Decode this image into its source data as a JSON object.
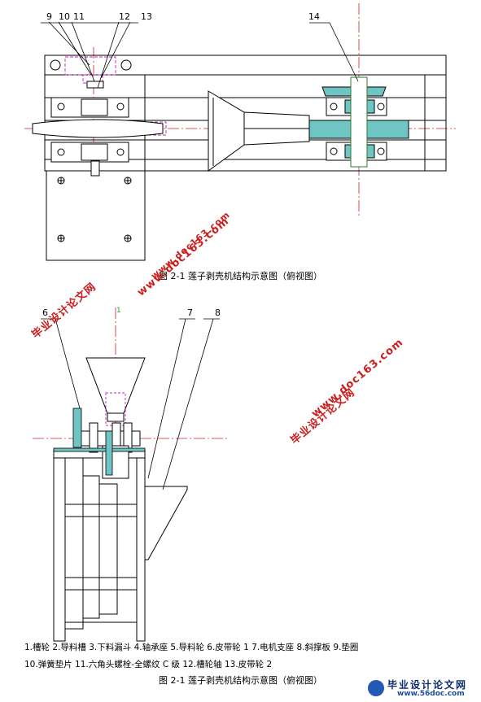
{
  "top_view": {
    "part_numbers": [
      "9",
      "10",
      "11",
      "12",
      "13",
      "14"
    ],
    "caption": "图 2-1  莲子剥壳机结构示意图（俯视图）"
  },
  "side_view": {
    "part_numbers": [
      "6",
      "7",
      "8"
    ],
    "small_mark": "1"
  },
  "legend": {
    "line1": "1.槽轮 2.导料槽 3.下料漏斗 4.轴承座 5.导料轮 6.皮带轮 1  7.电机支座 8.斜撑板 9.垫圈",
    "line2": "10.弹簧垫片 11.六角头螺栓-全螺纹 C 级 12.槽轮轴 13.皮带轮 2"
  },
  "bottom_caption": "图 2-1  莲子剥壳机结构示意图（俯视图）",
  "watermarks": {
    "text_cn": "毕业设计论文网",
    "text_url": "www.doc163.com",
    "logo_cn": "毕业设计论文网",
    "logo_url": "www.56doc.com",
    "color": "#cc1d1d"
  }
}
